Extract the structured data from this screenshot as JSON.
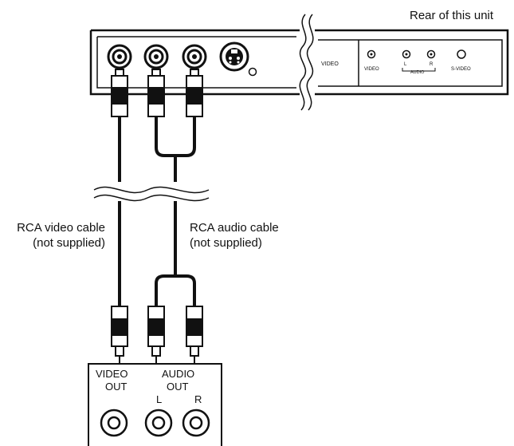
{
  "labels": {
    "rear_of_unit": "Rear of this unit",
    "video_cable_line1": "RCA video cable",
    "video_cable_line2": "(not supplied)",
    "audio_cable_line1": "RCA audio cable",
    "audio_cable_line2": "(not supplied)"
  },
  "rear_panel": {
    "video_label": "VIDEO",
    "jack_video": "VIDEO",
    "jack_l": "L",
    "jack_r": "R",
    "audio_bracket": "AUDIO",
    "jack_svideo": "S-VIDEO"
  },
  "source_device": {
    "video_out_line1": "VIDEO",
    "video_out_line2": "OUT",
    "audio_out_line1": "AUDIO",
    "audio_out_line2": "OUT",
    "left": "L",
    "right": "R"
  }
}
